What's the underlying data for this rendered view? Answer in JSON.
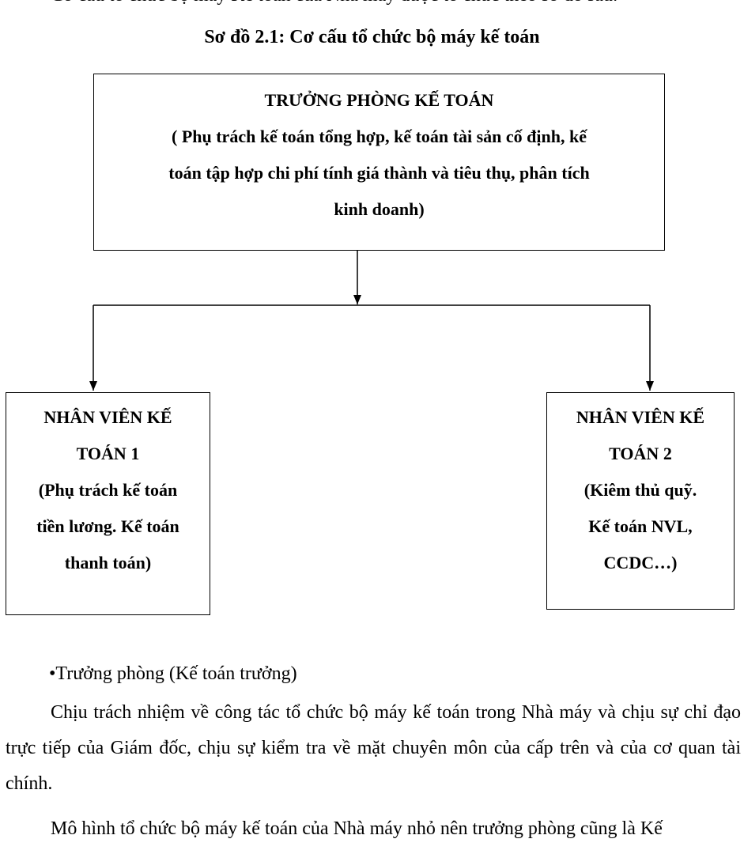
{
  "intro_line": "Cơ cấu tổ chức bộ máy Kế toán của Nhà máy  được tổ chức theo sơ đồ sau:",
  "diagram_title": "Sơ đồ 2.1: Cơ cấu tổ chức bộ máy kế toán",
  "head_box": {
    "lines": [
      "TRƯỞNG PHÒNG KẾ TOÁN",
      "( Phụ trách kế toán tổng hợp, kế toán tài sản cố định, kế",
      "toán tập hợp chi phí tính giá thành và tiêu thụ, phân tích",
      "kinh doanh)"
    ]
  },
  "left_box": {
    "lines": [
      "NHÂN VIÊN KẾ",
      "TOÁN 1",
      "(Phụ trách kế toán",
      "tiền lương. Kế toán",
      "thanh toán)"
    ]
  },
  "right_box": {
    "lines": [
      "NHÂN VIÊN KẾ",
      "TOÁN 2",
      "(Kiêm thủ quỹ.",
      "Kế toán NVL,",
      "CCDC…)"
    ]
  },
  "bullet_heading": "Trưởng phòng (Kế toán trưởng)",
  "paragraph_1": "Chịu trách nhiệm về công tác tổ chức bộ máy kế toán trong Nhà máy và chịu sự chỉ đạo trực tiếp của Giám đốc, chịu sự kiểm tra về mặt chuyên môn của cấp trên và của cơ quan tài chính.",
  "paragraph_2": "Mô hình tổ chức bộ máy kế toán của Nhà máy nhỏ nên trưởng phòng cũng là Kế"
}
